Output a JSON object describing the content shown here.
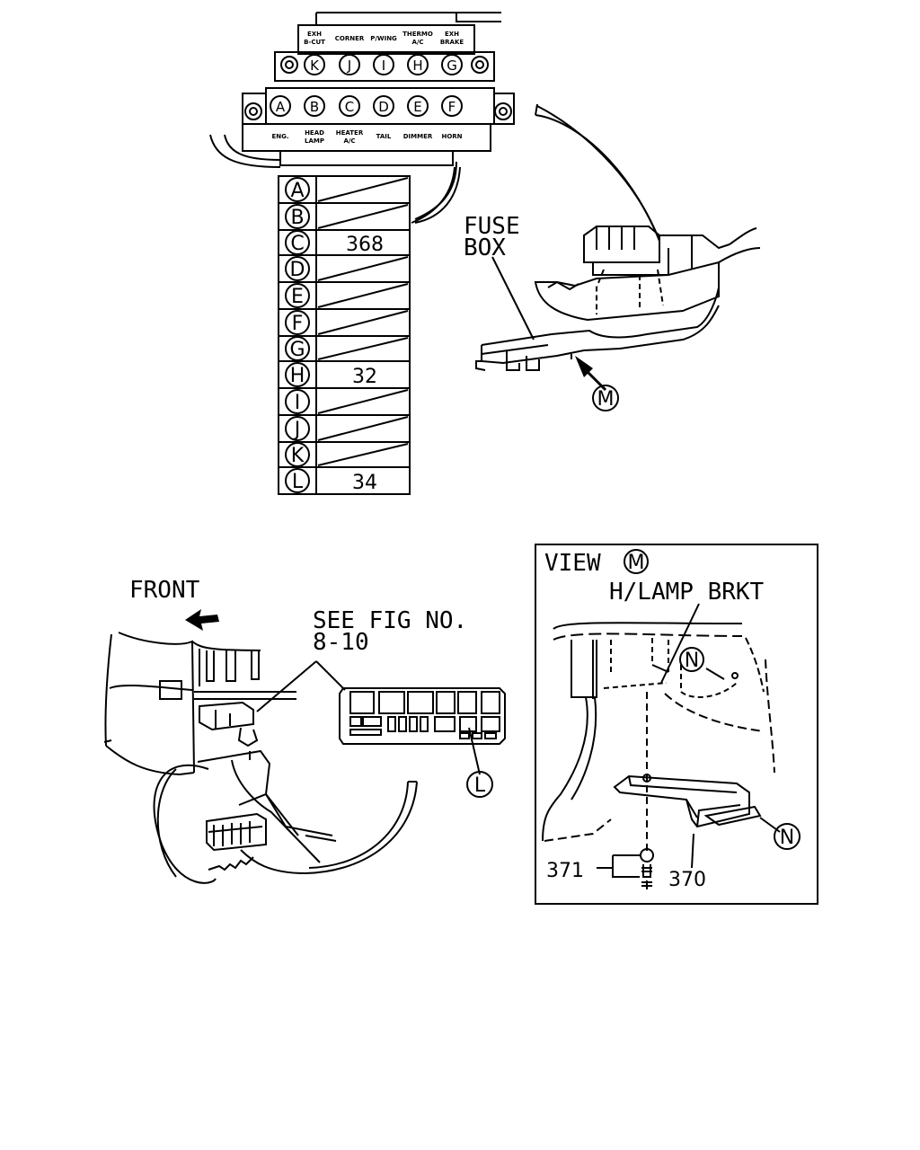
{
  "fuse_box_top": {
    "upper_row": [
      {
        "letter": "K",
        "label_1": "EXH",
        "label_2": "B-CUT"
      },
      {
        "letter": "J",
        "label_1": "CORNER",
        "label_2": ""
      },
      {
        "letter": "I",
        "label_1": "P/WING",
        "label_2": ""
      },
      {
        "letter": "H",
        "label_1": "THERMO",
        "label_2": "A/C"
      },
      {
        "letter": "G",
        "label_1": "EXH",
        "label_2": "BRAKE"
      }
    ],
    "lower_row": [
      {
        "letter": "A",
        "label_1": "ENG.",
        "label_2": ""
      },
      {
        "letter": "B",
        "label_1": "HEAD",
        "label_2": "LAMP"
      },
      {
        "letter": "C",
        "label_1": "HEATER",
        "label_2": "A/C"
      },
      {
        "letter": "D",
        "label_1": "TAIL",
        "label_2": ""
      },
      {
        "letter": "E",
        "label_1": "DIMMER",
        "label_2": ""
      },
      {
        "letter": "F",
        "label_1": "HORN",
        "label_2": ""
      }
    ]
  },
  "fuse_table": [
    {
      "letter": "A",
      "part": ""
    },
    {
      "letter": "B",
      "part": ""
    },
    {
      "letter": "C",
      "part": "368"
    },
    {
      "letter": "D",
      "part": ""
    },
    {
      "letter": "E",
      "part": ""
    },
    {
      "letter": "F",
      "part": ""
    },
    {
      "letter": "G",
      "part": ""
    },
    {
      "letter": "H",
      "part": "32"
    },
    {
      "letter": "I",
      "part": ""
    },
    {
      "letter": "J",
      "part": ""
    },
    {
      "letter": "K",
      "part": ""
    },
    {
      "letter": "L",
      "part": "34"
    }
  ],
  "fuse_box_label": {
    "line1": "FUSE",
    "line2": "BOX"
  },
  "view_marker": "M",
  "front_label": "FRONT",
  "see_fig": {
    "line1": "SEE FIG NO.",
    "line2": "8-10"
  },
  "connector_marker": "L",
  "view_panel": {
    "title": "VIEW",
    "title_marker": "M",
    "bracket_label": "H/LAMP BRKT",
    "marker_n_upper": "N",
    "marker_n_right": "N",
    "part_371": "371",
    "part_370": "370"
  }
}
